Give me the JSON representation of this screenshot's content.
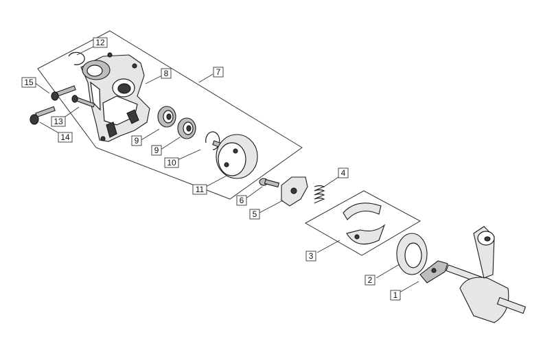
{
  "diagram": {
    "callouts": [
      {
        "id": "c1",
        "label": "1"
      },
      {
        "id": "c2",
        "label": "2"
      },
      {
        "id": "c3",
        "label": "3"
      },
      {
        "id": "c4",
        "label": "4"
      },
      {
        "id": "c5",
        "label": "5"
      },
      {
        "id": "c6",
        "label": "6"
      },
      {
        "id": "c7",
        "label": "7"
      },
      {
        "id": "c8",
        "label": "8"
      },
      {
        "id": "c9a",
        "label": "9"
      },
      {
        "id": "c9b",
        "label": "9"
      },
      {
        "id": "c10",
        "label": "10"
      },
      {
        "id": "c11",
        "label": "11"
      },
      {
        "id": "c12",
        "label": "12"
      },
      {
        "id": "c13",
        "label": "13"
      },
      {
        "id": "c14",
        "label": "14"
      },
      {
        "id": "c15",
        "label": "15"
      }
    ]
  }
}
